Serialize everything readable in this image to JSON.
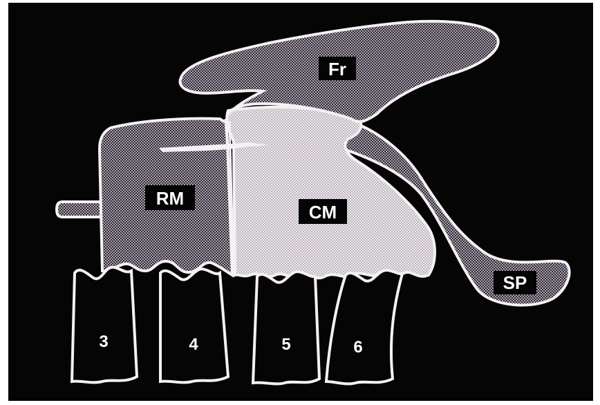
{
  "regions": [
    {
      "id": "fr",
      "label": "Fr"
    },
    {
      "id": "rm",
      "label": "RM"
    },
    {
      "id": "cm",
      "label": "CM"
    },
    {
      "id": "sp",
      "label": "SP"
    }
  ],
  "teeth": [
    {
      "id": "t3",
      "label": "3"
    },
    {
      "id": "t4",
      "label": "4"
    },
    {
      "id": "t5",
      "label": "5"
    },
    {
      "id": "t6",
      "label": "6"
    }
  ],
  "colors": {
    "background": "#050505",
    "outline": "#f4f0f4",
    "dark_fill": "#5e5660",
    "light_fill": "#d7d0d8",
    "label_box": "#050505",
    "label_text": "#ffffff"
  }
}
